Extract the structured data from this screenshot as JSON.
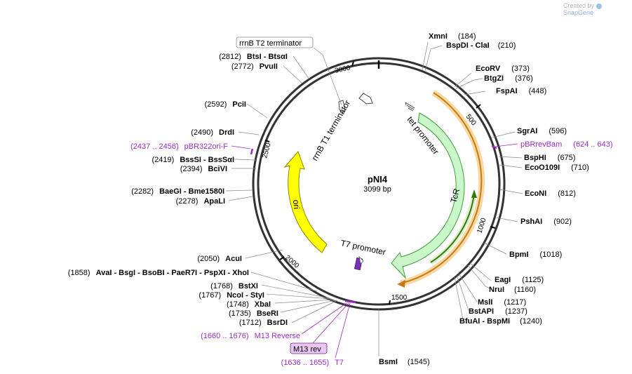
{
  "credit": {
    "text": "Created by",
    "brand": "SnapGene"
  },
  "plasmid": {
    "name": "pNI4",
    "size": "3099 bp"
  },
  "ticks": [
    "500",
    "1000",
    "1500",
    "2000",
    "2500",
    "3000"
  ],
  "features": {
    "rrnb_t1": "rrnB T1 terminator",
    "rrnb_t2": "rrnB T2 terminator",
    "tet_promoter": "tet promoter",
    "tcr": "TcR",
    "ori": "ori",
    "t7_promoter": "T7 promoter"
  },
  "right_sites": [
    {
      "name": "XmnI",
      "pos": "(184)"
    },
    {
      "name": "BspDI - ClaI",
      "pos": "(210)"
    },
    {
      "name": "EcoRV",
      "pos": "(373)"
    },
    {
      "name": "BtgZI",
      "pos": "(376)"
    },
    {
      "name": "FspAI",
      "pos": "(448)"
    },
    {
      "name": "SgrAI",
      "pos": "(596)"
    },
    {
      "name": "BspHI",
      "pos": "(675)"
    },
    {
      "name": "EcoO109I",
      "pos": "(710)"
    },
    {
      "name": "EcoNI",
      "pos": "(812)"
    },
    {
      "name": "PshAI",
      "pos": "(902)"
    },
    {
      "name": "BpmI",
      "pos": "(1018)"
    },
    {
      "name": "EagI",
      "pos": "(1125)"
    },
    {
      "name": "NruI",
      "pos": "(1160)"
    },
    {
      "name": "MslI",
      "pos": "(1217)"
    },
    {
      "name": "BstAPI",
      "pos": "(1237)"
    },
    {
      "name": "BfuAI - BspMI",
      "pos": "(1240)"
    },
    {
      "name": "BsmI",
      "pos": "(1545)"
    }
  ],
  "left_sites": [
    {
      "name": "BtsI - BtsαI",
      "pos": "(2812)"
    },
    {
      "name": "PvuII",
      "pos": "(2772)"
    },
    {
      "name": "PciI",
      "pos": "(2592)"
    },
    {
      "name": "DrdI",
      "pos": "(2490)"
    },
    {
      "name": "BssSI - BssSαI",
      "pos": "(2419)"
    },
    {
      "name": "BciVI",
      "pos": "(2394)"
    },
    {
      "name": "BaeGI - Bme1580I",
      "pos": "(2282)"
    },
    {
      "name": "ApaLI",
      "pos": "(2278)"
    },
    {
      "name": "AcuI",
      "pos": "(2050)"
    },
    {
      "name": "AvaI - BsgI - BsoBI - PaeR7I - PspXI - XhoI",
      "pos": "(1858)"
    },
    {
      "name": "BstXI",
      "pos": "(1768)"
    },
    {
      "name": "NcoI - StyI",
      "pos": "(1767)"
    },
    {
      "name": "XbaI",
      "pos": "(1748)"
    },
    {
      "name": "BseRI",
      "pos": "(1735)"
    },
    {
      "name": "BsrDI",
      "pos": "(1712)"
    }
  ],
  "primers": {
    "pbr_rev": {
      "range": "(624 .. 643)",
      "name": "pBRrevBam"
    },
    "pbr322_ori": {
      "range": "(2437 .. 2456)",
      "name": "pBR322ori-F"
    },
    "m13_reverse": {
      "range": "(1660 .. 1676)",
      "name": "M13 Reverse"
    },
    "t7": {
      "range": "(1636 .. 1655)",
      "name": "T7"
    },
    "m13_rev_box": "M13 rev"
  },
  "colors": {
    "primer": "#9b2cc4",
    "ori": "#ffff00",
    "tcr": "#c9f7c9",
    "orf_orange": "#f0a830",
    "orf_green": "#3a8a1a",
    "backbone": "#333333"
  }
}
